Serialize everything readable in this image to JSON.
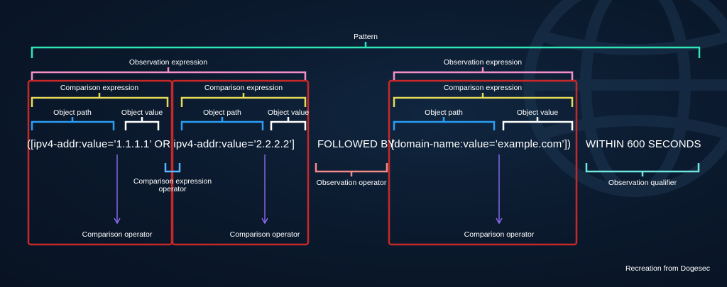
{
  "labels": {
    "pattern": "Pattern",
    "observation_expression_1": "Observation expression",
    "observation_expression_2": "Observation expression",
    "comparison_expression_1": "Comparison expression",
    "comparison_expression_2": "Comparison expression",
    "comparison_expression_3": "Comparison expression",
    "object_path_1": "Object path",
    "object_path_2": "Object path",
    "object_path_3": "Object path",
    "object_value_1": "Object value",
    "object_value_2": "Object value",
    "object_value_3": "Object value",
    "comparison_expression_operator_line1": "Comparison expression",
    "comparison_expression_operator_line2": "operator",
    "observation_operator": "Observation operator",
    "observation_qualifier": "Observation qualifier",
    "comparison_operator_1": "Comparison operator",
    "comparison_operator_2": "Comparison operator",
    "comparison_operator_3": "Comparison operator"
  },
  "expression": {
    "part1": "([ipv4-addr:value=’1.1.1.1’ OR ipv4-addr:value=’2.2.2.2’]",
    "part2": "FOLLOWED BY",
    "part3": "[domain-name:value=’example.com’])",
    "part4": "WITHIN 600 SECONDS"
  },
  "credit": "Recreation from Dogesec",
  "colors": {
    "pattern": "#2ee6b6",
    "observation_expression": "#f48fc9",
    "comparison_expression": "#e6dc5a",
    "object_path": "#2a9df4",
    "object_value": "#ffffff",
    "comparison_expression_operator": "#5ab4ff",
    "observation_operator": "#f28a8a",
    "observation_qualifier": "#6fe8e0",
    "comparison_operator": "#8b6cf0",
    "box": "#c82828"
  },
  "icons": [
    "globe-watermark-icon"
  ]
}
